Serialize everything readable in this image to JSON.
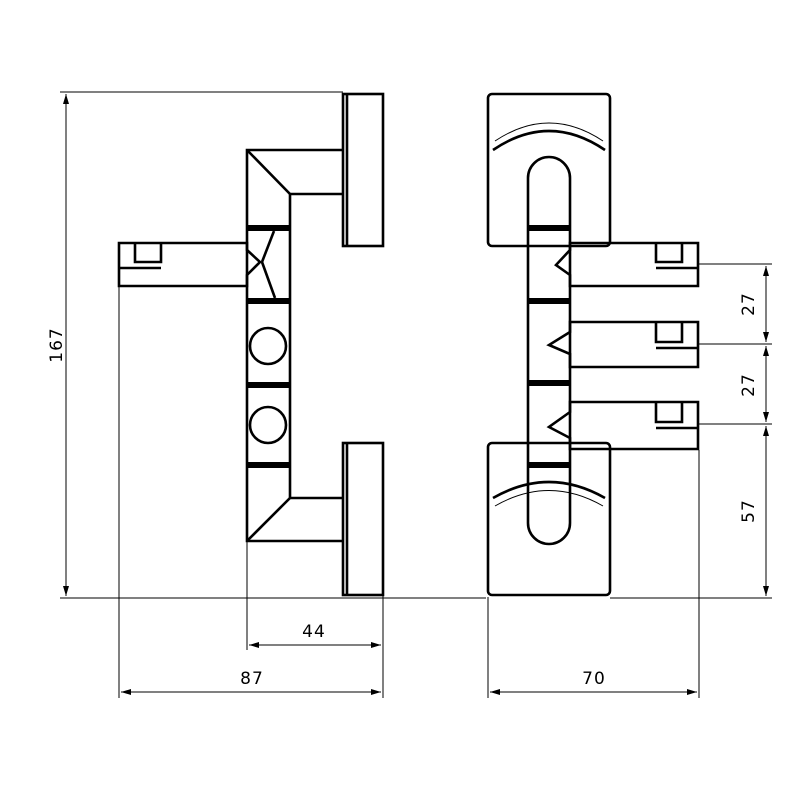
{
  "dimensions": {
    "height_total": "167",
    "depth_hooks": "87",
    "depth_base": "44",
    "width": "70",
    "spacing_1": "27",
    "spacing_2": "27",
    "bottom_offset": "57"
  },
  "colors": {
    "line": "#000000",
    "background": "#ffffff"
  }
}
